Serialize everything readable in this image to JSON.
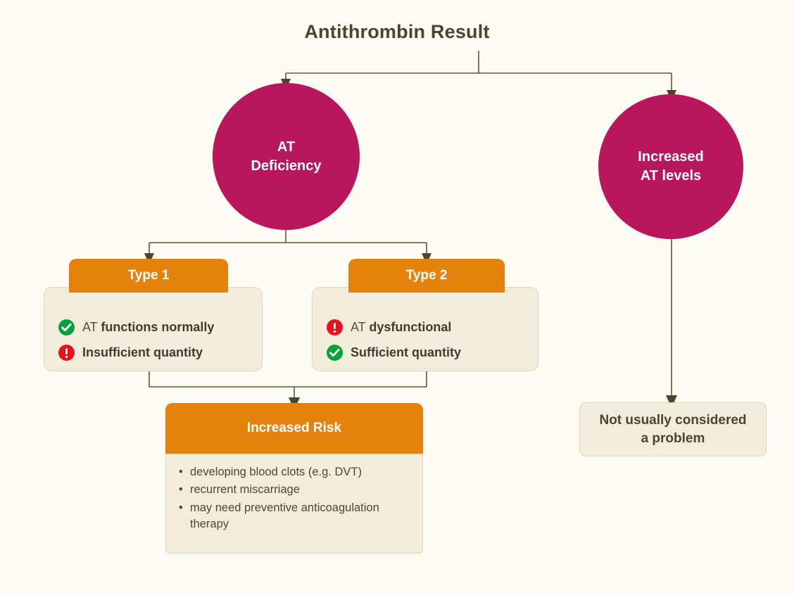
{
  "colors": {
    "background": "#fbfaf3",
    "circle": "#b9175b",
    "header_orange": "#e5820c",
    "panel_beige": "#f2ecdb",
    "panel_border": "#e0d6b9",
    "connector": "#5b563c",
    "title_text": "#4a452f",
    "ok_green": "#03a03e",
    "alert_red": "#e7121c"
  },
  "title": "Antithrombin Result",
  "branches": {
    "deficiency": {
      "circle_line1": "AT",
      "circle_line2": "Deficiency"
    },
    "increased": {
      "circle_line1": "Increased",
      "circle_line2": "AT levels",
      "outcome_line1": "Not usually considered",
      "outcome_line2": "a problem"
    }
  },
  "type1": {
    "header": "Type 1",
    "facts": [
      {
        "icon": "check-circle-icon",
        "status": "ok",
        "lead": "AT ",
        "bold": "functions normally"
      },
      {
        "icon": "exclamation-circle-icon",
        "status": "alert",
        "lead": "",
        "bold": "Insufficient quantity"
      }
    ]
  },
  "type2": {
    "header": "Type 2",
    "facts": [
      {
        "icon": "exclamation-circle-icon",
        "status": "alert",
        "lead": "AT ",
        "bold": "dysfunctional"
      },
      {
        "icon": "check-circle-icon",
        "status": "ok",
        "lead": "",
        "bold": "Sufficient quantity"
      }
    ]
  },
  "risk": {
    "header": "Increased Risk",
    "bullets": [
      "developing blood clots (e.g. DVT)",
      "recurrent miscarriage",
      "may need preventive anticoagulation therapy"
    ],
    "bullet_marker": "•"
  }
}
